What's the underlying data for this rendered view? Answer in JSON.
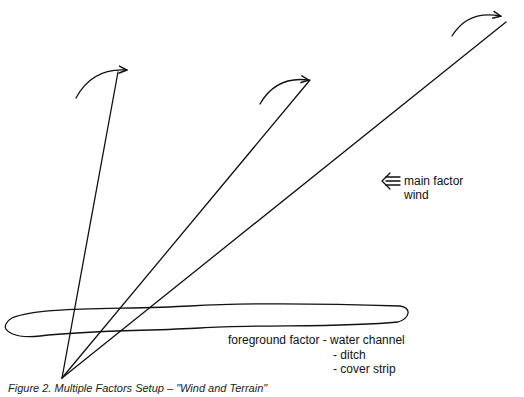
{
  "diagram": {
    "caption": "Figure 2. Multiple Factors Setup – \"Wind and Terrain\"",
    "labels": [
      "main factor wind",
      "foreground factor - water channel",
      "- ditch",
      "- cover strip"
    ]
  }
}
